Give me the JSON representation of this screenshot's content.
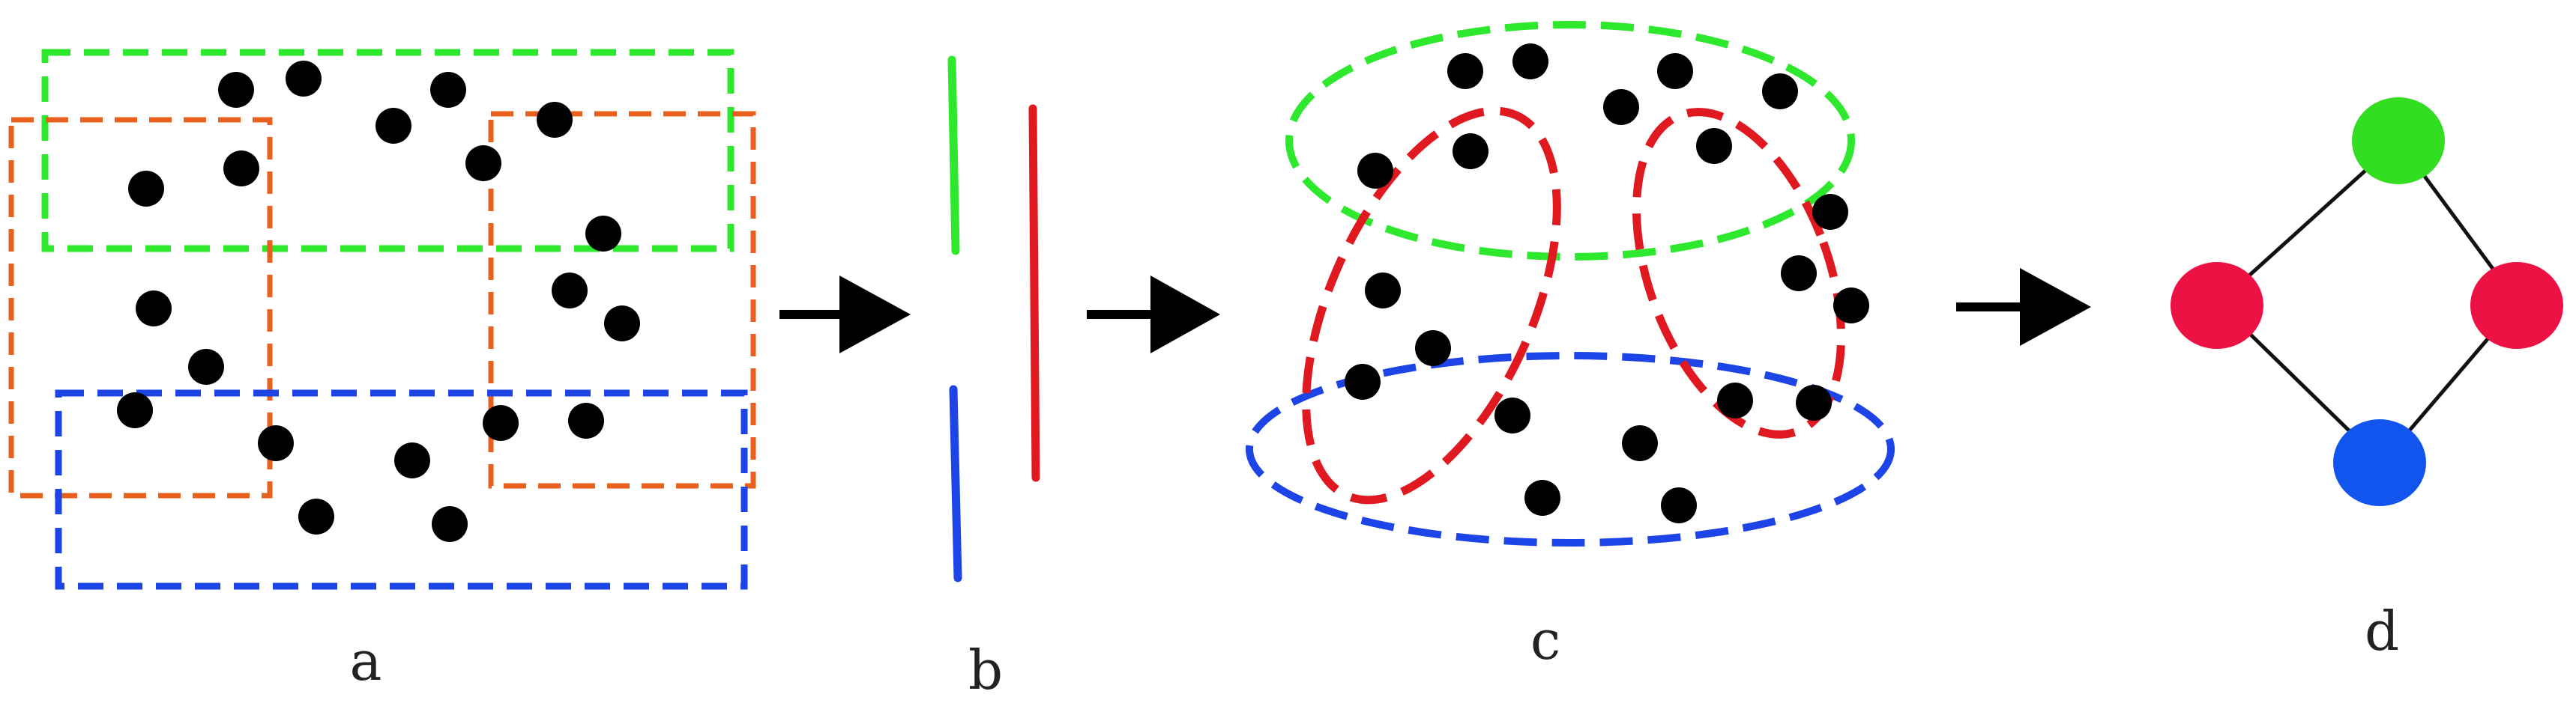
{
  "labels": {
    "a": "a",
    "b": "b",
    "c": "c",
    "d": "d"
  },
  "colors": {
    "green": "#2ee82e",
    "orange": "#e8601c",
    "blue": "#1c44e6",
    "red": "#e01820",
    "node_green": "#33dd22",
    "node_red": "#ee1144",
    "node_blue": "#1155ee",
    "dot": "#000000",
    "arrow": "#000000",
    "edge": "#111111"
  }
}
